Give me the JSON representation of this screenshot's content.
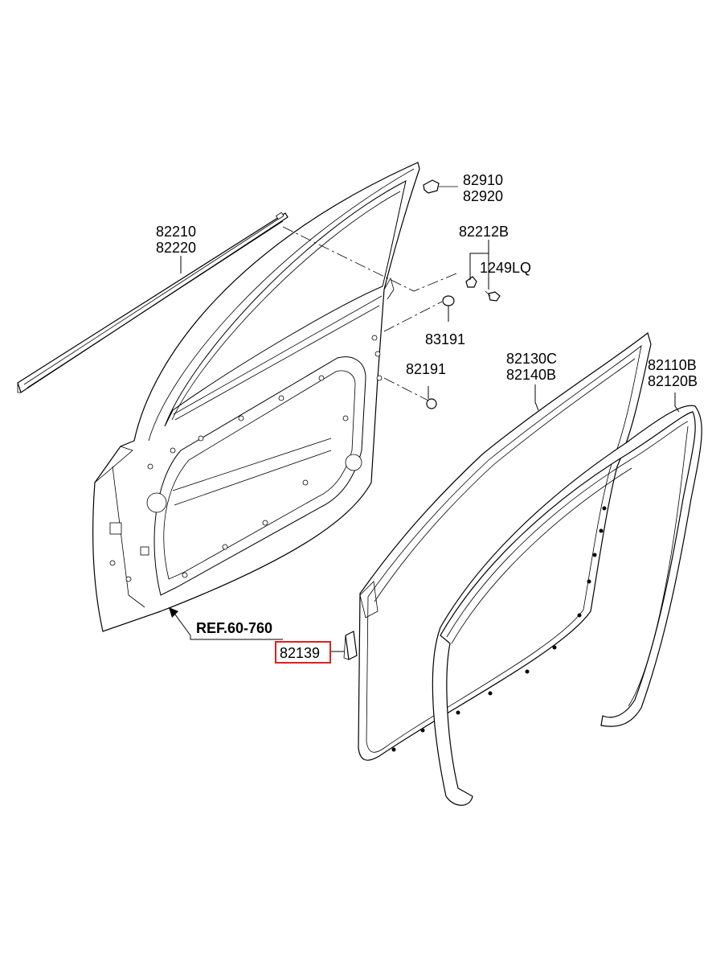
{
  "labels": {
    "82910": "82910",
    "82920": "82920",
    "82210": "82210",
    "82220": "82220",
    "82212B": "82212B",
    "1249LQ": "1249LQ",
    "83191": "83191",
    "82191": "82191",
    "82130C": "82130C",
    "82140B": "82140B",
    "82110B": "82110B",
    "82120B": "82120B",
    "ref": "REF.60-760",
    "82139": "82139"
  },
  "colors": {
    "line": "#000000",
    "highlight": "#e02020",
    "background": "#ffffff"
  }
}
